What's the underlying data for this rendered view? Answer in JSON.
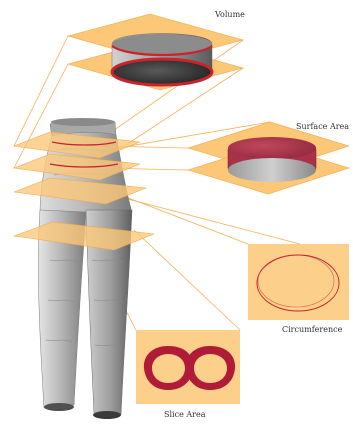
{
  "labels": {
    "volume": "Volume",
    "surface_area": "Surface Area",
    "circumference": "Circumference",
    "slice_area": "Slice Area"
  },
  "colors": {
    "plane_fill": "#fcc878",
    "plane_edge": "#f0a848",
    "panel_fill": "#fcd08a",
    "leader_line": "#f5b056",
    "highlight_red": "#c8242e",
    "surface_maroon": "#a83248",
    "mesh_gray": "#b0b0b0",
    "mesh_dark": "#6c6c6c",
    "label_text": "#333333"
  },
  "icons": {
    "pants_model": "pants-mesh-icon",
    "volume_slab": "volume-slab-icon",
    "surface_slab": "surface-area-slab-icon",
    "circumference_outline": "circumference-outline-icon",
    "slice_rings": "slice-area-rings-icon"
  }
}
